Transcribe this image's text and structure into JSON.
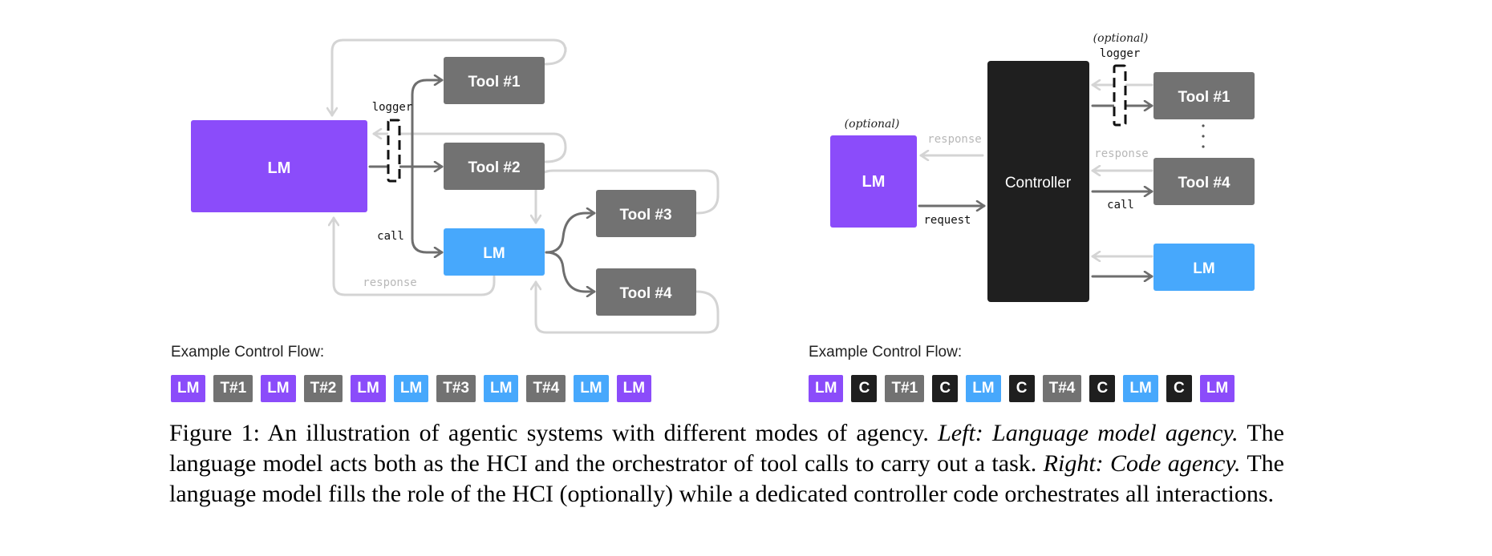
{
  "left": {
    "lm_main": "LM",
    "lm_sub": "LM",
    "tools": [
      "Tool #1",
      "Tool #2",
      "Tool #3",
      "Tool #4"
    ],
    "logger": "logger",
    "call": "call",
    "response": "response",
    "flow_title": "Example Control Flow:",
    "flow": [
      {
        "label": "LM",
        "kind": "lm-purple"
      },
      {
        "label": "T#1",
        "kind": "tool"
      },
      {
        "label": "LM",
        "kind": "lm-purple"
      },
      {
        "label": "T#2",
        "kind": "tool"
      },
      {
        "label": "LM",
        "kind": "lm-purple"
      },
      {
        "label": "LM",
        "kind": "lm-blue"
      },
      {
        "label": "T#3",
        "kind": "tool"
      },
      {
        "label": "LM",
        "kind": "lm-blue"
      },
      {
        "label": "T#4",
        "kind": "tool"
      },
      {
        "label": "LM",
        "kind": "lm-blue"
      },
      {
        "label": "LM",
        "kind": "lm-purple"
      }
    ]
  },
  "right": {
    "optional_lm": "(optional)",
    "optional_logger": "(optional)",
    "lm": "LM",
    "controller": "Controller",
    "tools": [
      "Tool #1",
      "Tool #4"
    ],
    "lm_tool": "LM",
    "logger": "logger",
    "response": "response",
    "request": "request",
    "tool_response": "response",
    "call": "call",
    "flow_title": "Example Control Flow:",
    "flow": [
      {
        "label": "LM",
        "kind": "lm-purple"
      },
      {
        "label": "C",
        "kind": "ctrl"
      },
      {
        "label": "T#1",
        "kind": "tool"
      },
      {
        "label": "C",
        "kind": "ctrl"
      },
      {
        "label": "LM",
        "kind": "lm-blue"
      },
      {
        "label": "C",
        "kind": "ctrl"
      },
      {
        "label": "T#4",
        "kind": "tool"
      },
      {
        "label": "C",
        "kind": "ctrl"
      },
      {
        "label": "LM",
        "kind": "lm-blue"
      },
      {
        "label": "C",
        "kind": "ctrl"
      },
      {
        "label": "LM",
        "kind": "lm-purple"
      }
    ]
  },
  "caption": {
    "label": "Figure 1:",
    "text1": "An illustration of agentic systems with different modes of agency.",
    "left_title": "Left: Language model agency.",
    "text2": "The language model acts both as the HCI and the orchestrator of tool calls to carry out a task.",
    "right_title": "Right: Code agency.",
    "text3": "The language model fills the role of the HCI (optionally) while a dedicated controller code orchestrates all interactions."
  },
  "colors": {
    "purple": "#8b4cfa",
    "blue": "#47a8fc",
    "tool_gray": "#727272",
    "controller": "#1f1f1f",
    "dark_arrow": "#6e6e6e",
    "light_arrow": "#d4d4d4"
  }
}
